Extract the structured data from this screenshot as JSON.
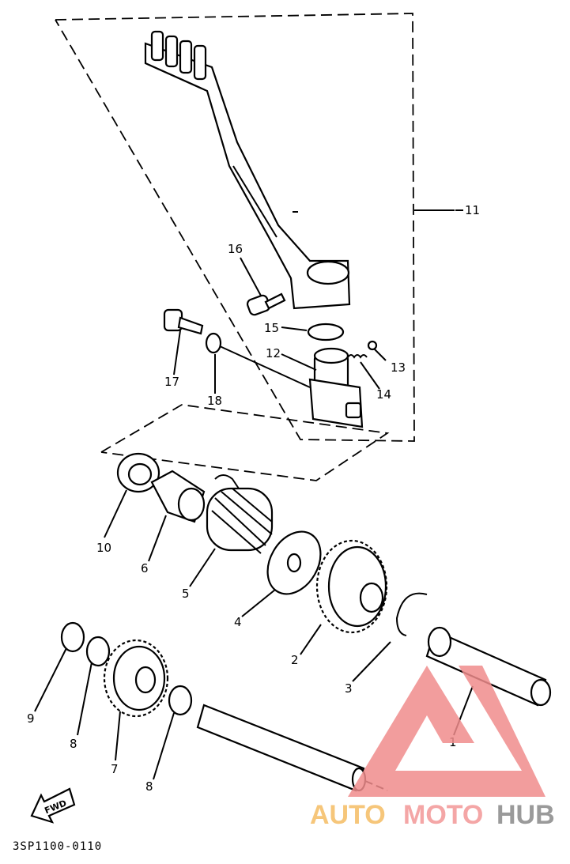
{
  "diagram_code": "3SP1100-0110",
  "fwd_label": "FWD",
  "watermark": {
    "part1": "AUTO",
    "part2": "MOTO",
    "part3": "HUB",
    "colors": {
      "auto": "#f6c67a",
      "moto": "#f4a6a6",
      "hub": "#9a9a9a",
      "logo": "#f08c8c"
    }
  },
  "callouts": {
    "c1": "1",
    "c2": "2",
    "c3": "3",
    "c4": "4",
    "c5": "5",
    "c6": "6",
    "c7": "7",
    "c8a": "8",
    "c8b": "8",
    "c9": "9",
    "c10": "10",
    "c11": "11",
    "c12": "12",
    "c13": "13",
    "c14": "14",
    "c15": "15",
    "c16": "16",
    "c17": "17",
    "c18": "18"
  }
}
